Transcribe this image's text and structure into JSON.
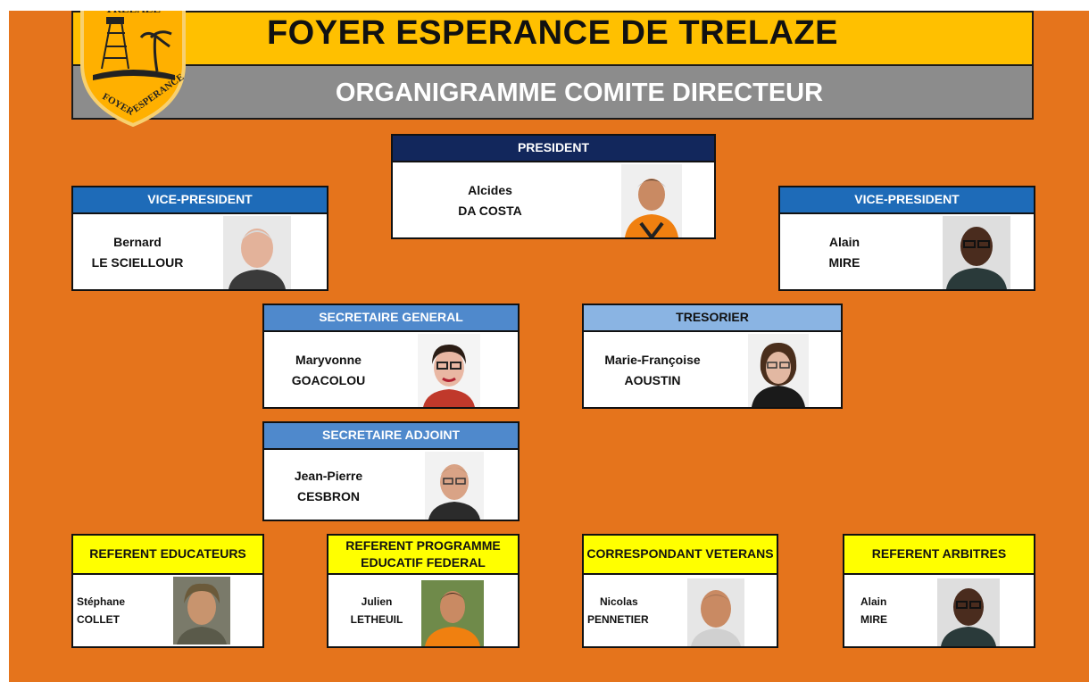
{
  "header": {
    "title": "FOYER ESPERANCE DE TRELAZE",
    "subtitle": "ORGANIGRAMME COMITE DIRECTEUR",
    "logo_text_top": "TRELAZE",
    "logo_text_bottom": "FOYER ESPERANCE"
  },
  "colors": {
    "background": "#e5741c",
    "title_bar": "#ffc000",
    "subtitle_bar": "#8c8c8c",
    "head_navy": "#12275c",
    "head_blue": "#1e6bb8",
    "head_yellow": "#ffff00"
  },
  "roles": {
    "president": {
      "title": "PRESIDENT",
      "first": "Alcides",
      "last": "DA COSTA"
    },
    "vp_left": {
      "title": "VICE-PRESIDENT",
      "first": "Bernard",
      "last": "LE SCIELLOUR"
    },
    "vp_right": {
      "title": "VICE-PRESIDENT",
      "first": "Alain",
      "last": "MIRE"
    },
    "secretary": {
      "title": "SECRETAIRE GENERAL",
      "first": "Maryvonne",
      "last": "GOACOLOU"
    },
    "treasurer": {
      "title": "TRESORIER",
      "first": "Marie-Françoise",
      "last": "AOUSTIN"
    },
    "deputy_secretary": {
      "title": "SECRETAIRE ADJOINT",
      "first": "Jean-Pierre",
      "last": "CESBRON"
    },
    "ref_educators": {
      "title": "REFERENT EDUCATEURS",
      "first": "Stéphane",
      "last": "COLLET"
    },
    "ref_programme": {
      "title_line1": "REFERENT PROGRAMME",
      "title_line2": "EDUCATIF FEDERAL",
      "first": "Julien",
      "last": "LETHEUIL"
    },
    "veterans": {
      "title": "CORRESPONDANT VETERANS",
      "first": "Nicolas",
      "last": "PENNETIER"
    },
    "ref_referees": {
      "title": "REFERENT ARBITRES",
      "first": "Alain",
      "last": "MIRE"
    }
  }
}
